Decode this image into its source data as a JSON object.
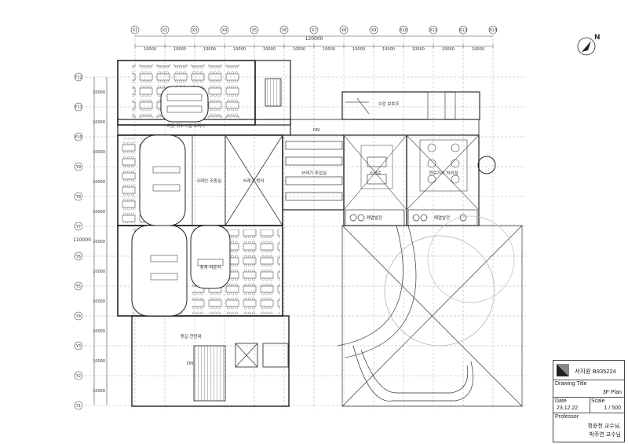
{
  "grid": {
    "x_axes": [
      "X1",
      "X2",
      "X3",
      "X4",
      "X5",
      "X6",
      "X7",
      "X8",
      "X9",
      "X10",
      "X11",
      "X12",
      "X13"
    ],
    "y_axes": [
      "Y1",
      "Y2",
      "Y3",
      "Y4",
      "Y5",
      "Y6",
      "Y7",
      "Y8",
      "Y9",
      "Y10",
      "Y11",
      "Y12"
    ],
    "total_width": "120000",
    "total_height": "110000",
    "span": "10000"
  },
  "rooms": {
    "office": "차원 회수시설 오피스",
    "crane_control": "크레인 조종실",
    "waste_bunker": "쓰레기 벙커",
    "waste_hopper": "쓰레기 투입실",
    "incinerator": "소각로",
    "boiler": "연료가스 처리설",
    "waste_heat_left": "폐열발전",
    "waste_heat_right": "폐열발전",
    "water_tank": "수압 보호조",
    "lounge": "휴게 라운지",
    "observation": "옛길 전망대",
    "dn1": "DN",
    "dn2": "DN"
  },
  "north": "N",
  "title_block": {
    "student": "서지원 B935224",
    "drawing_title_label": "Drawing Title",
    "drawing_title": "3F Plan",
    "date_label": "Date",
    "date": "23.12.22",
    "scale_label": "Scale",
    "scale": "1 / 500",
    "professor_label": "Professor",
    "professor_1": "정윤천 교수님,",
    "professor_2": "박주연 교수님"
  }
}
